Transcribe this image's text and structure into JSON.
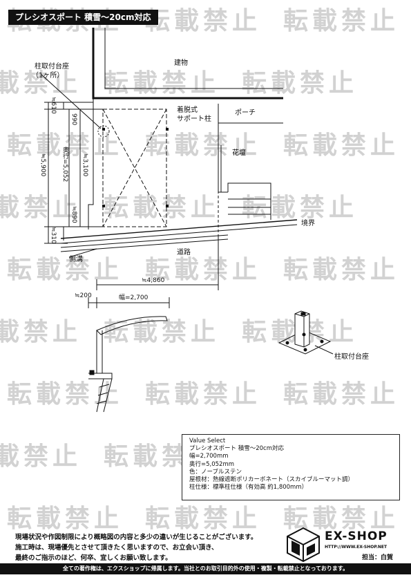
{
  "header": {
    "title": "プレシオスポート 積雪～20cm対応"
  },
  "watermark": {
    "text": "転載禁止"
  },
  "plan": {
    "building_label": "建物",
    "column_base_label": "柱取付台座",
    "column_base_count": "（1ヶ所）",
    "removable_support_label_1": "着脱式",
    "removable_support_label_2": "サポート柱",
    "porch_label": "ポーチ",
    "flowerbed_label": "花壇",
    "boundary_label": "境界",
    "road_label": "道路",
    "gutter_label": "側溝",
    "dims": {
      "top_610": "≒610",
      "d_990": "990",
      "d_5900": "≒5,900",
      "d_depth": "奥行=5,052",
      "d_3100": "≒3,100",
      "d_890": "≒890",
      "d_310": "≒310",
      "d_4860": "≒4,860"
    }
  },
  "elevation": {
    "d_200": "≒200",
    "d_width": "幅=2,700",
    "column_base_label": "柱取付台座"
  },
  "spec": {
    "lines": [
      "Value Select",
      "プレシオスポート 積雪～20cm対応",
      "幅=2,700mm",
      "奥行=5,052mm",
      "色：ノーブルステン",
      "屋根材：熱線遮断ポリカーボネート（スカイブルーマット調）",
      "柱仕様：標準柱仕様（有効高 約1,800mm）"
    ]
  },
  "notice": {
    "line1": "現場状況や作図制限により概略図の内容と多少の違いが生じることがございます。",
    "line2": "施工時は、現場優先とさせて頂きたく思いますので、お立会い頂き、",
    "line3": "最終のご指示のほど、何卒、宜しくお願い致します。"
  },
  "brand": {
    "name": "EX-SHOP",
    "url": "HTTP://WWW.EX-SHOP.NET",
    "staff": "担当：白賀"
  },
  "footer": {
    "text": "全ての著作権は、エクスショップに帰属します。当社とのお取引目的外の使用・複製・転載禁止となっております。"
  }
}
